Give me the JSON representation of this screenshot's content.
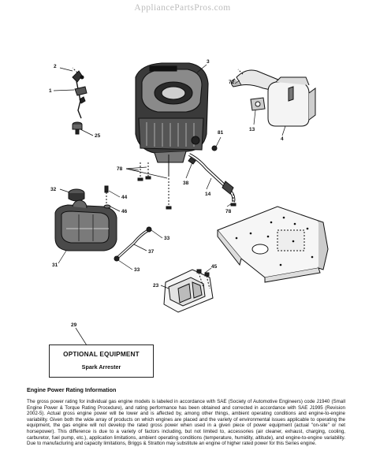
{
  "watermark": "AppliancePartsPros.com",
  "callouts": {
    "c2": "2",
    "c1": "1",
    "c25": "25",
    "c3": "3",
    "c72": "72",
    "c13": "13",
    "c4": "4",
    "c81": "81",
    "c78a": "78",
    "c38": "38",
    "c14": "14",
    "c78b": "78",
    "c32": "32",
    "c44": "44",
    "c46": "46",
    "c33a": "33",
    "c37": "37",
    "c33b": "33",
    "c31": "31",
    "c45": "45",
    "c23": "23",
    "c29": "29"
  },
  "optional_box": {
    "title": "OPTIONAL EQUIPMENT",
    "subtitle": "Spark Arrester"
  },
  "section": {
    "title": "Engine Power Rating Information",
    "body": "The gross power rating for individual gas engine models is labeled in accordance with SAE (Society of Automotive Engineers) code J1940 (Small Engine Power & Torque Rating Procedure), and rating performance has been obtained and corrected in accordance with SAE J1995 (Revision 2002-5). Actual gross engine power will be lower and is affected by, among other things, ambient operating conditions and engine-to-engine variability. Given both the wide array of products on which engines are placed and the variety of environmental issues applicable to operating the equipment, the gas engine will not develop the rated gross power when used in a given piece of power equipment (actual \"on-site\" or net horsepower). This difference is due to a variety of factors including, but not limited to, accessories (air cleaner, exhaust, charging, cooling, carburetor, fuel pump, etc.), application limitations, ambient operating conditions (temperature, humidity, altitude), and engine-to-engine variability. Due to manufacturing and capacity limitations, Briggs & Stratton may substitute an engine of higher rated power for this Series engine."
  }
}
